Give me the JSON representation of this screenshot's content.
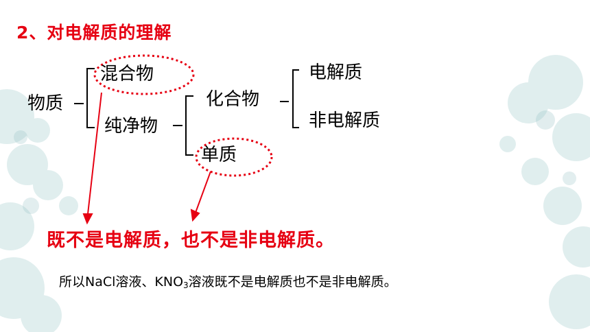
{
  "title": "2、对电解质的理解",
  "tree": {
    "root": "物质",
    "mixture": "混合物",
    "pure": "纯净物",
    "compound": "化合物",
    "element": "单质",
    "electrolyte": "电解质",
    "non_electrolyte": "非电解质"
  },
  "conclusion": "既不是电解质，也不是非电解质。",
  "note": {
    "prefix": "所以NaCl溶液、KNO",
    "subscript": "3",
    "suffix": "溶液既不是电解质也不是非电解质。"
  },
  "colors": {
    "accent": "#e60012",
    "decoration": "#a9cfd0"
  }
}
